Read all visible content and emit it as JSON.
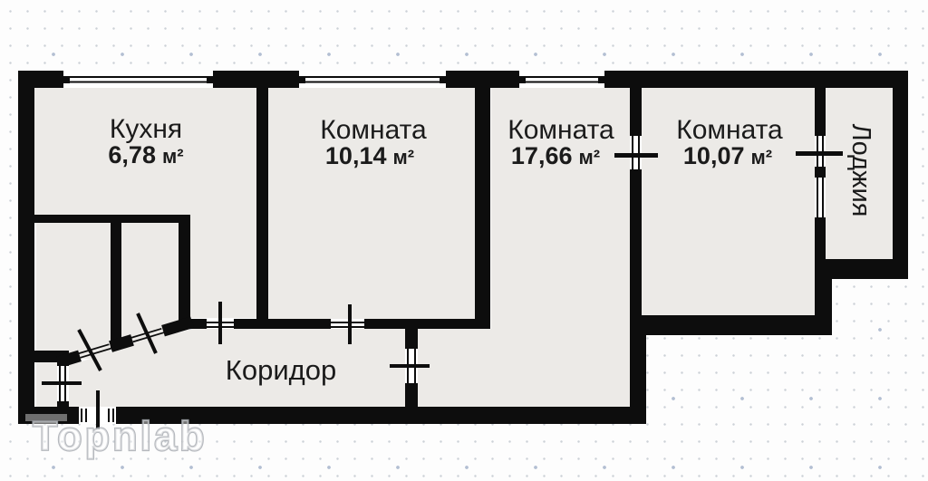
{
  "plan": {
    "rooms": [
      {
        "name": "Кухня",
        "area": "6,78",
        "unit": "м²"
      },
      {
        "name": "Комната",
        "area": "10,14",
        "unit": "м²"
      },
      {
        "name": "Комната",
        "area": "17,66",
        "unit": "м²"
      },
      {
        "name": "Комната",
        "area": "10,07",
        "unit": "м²"
      }
    ],
    "loggia": {
      "name": "Лоджия"
    },
    "corridor": {
      "name": "Коридор"
    },
    "watermark": {
      "text": "Topnlab"
    },
    "colors": {
      "wall": "#0d0d0d",
      "interior": "#eceae7",
      "background": "#fdfdfd",
      "dot_small": "#ccd1d7",
      "dot_large": "#b3bfd3",
      "entry_bar": "#6f6f6f",
      "label": "#1b1b1b",
      "watermark": "#a9adb3"
    }
  }
}
